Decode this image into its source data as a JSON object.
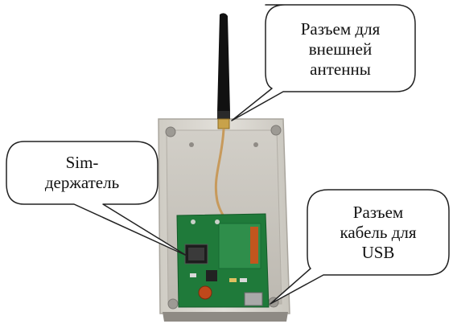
{
  "callouts": {
    "antenna": {
      "text": "Разъем для\nвнешней\nантенны"
    },
    "sim": {
      "text": "Sim-\nдержатель"
    },
    "usb": {
      "text": "Разъем\nкабель для\nUSB"
    }
  },
  "colors": {
    "enclosure": "#d9d6cf",
    "pcb": "#1f7a3a",
    "antenna": "#111111",
    "cable": "#c79a5c"
  }
}
